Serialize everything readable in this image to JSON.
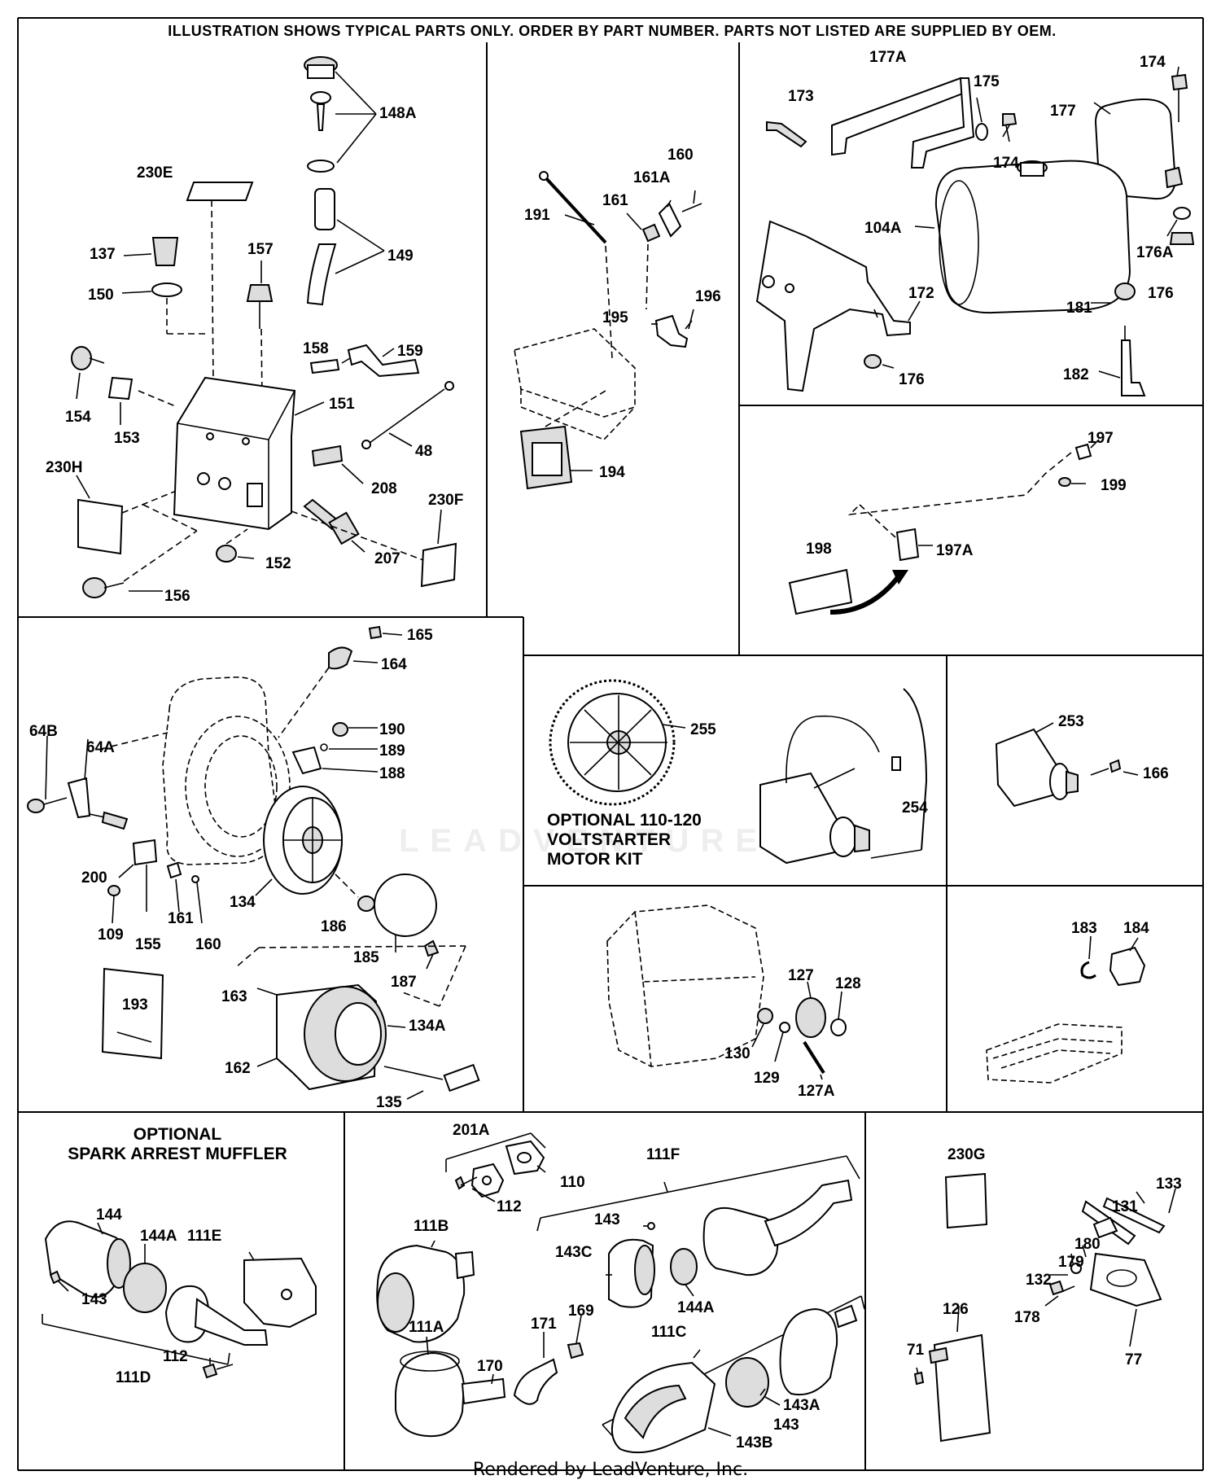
{
  "header": "ILLUSTRATION SHOWS TYPICAL PARTS ONLY. ORDER BY PART NUMBER. PARTS NOT LISTED ARE SUPPLIED BY OEM.",
  "footer": "Rendered by LeadVenture, Inc.",
  "watermark": "LEADVENTURE",
  "titles": {
    "starter_kit": [
      "OPTIONAL 110-120",
      "VOLTSTARTER",
      "MOTOR KIT"
    ],
    "muffler": [
      "OPTIONAL",
      "SPARK ARREST MUFFLER"
    ]
  },
  "labels": {
    "p148A": "148A",
    "p230E": "230E",
    "p137": "137",
    "p157": "157",
    "p149": "149",
    "p150": "150",
    "p158": "158",
    "p159": "159",
    "p154": "154",
    "p153": "153",
    "p151": "151",
    "p48": "48",
    "p208": "208",
    "p230H": "230H",
    "p230F": "230F",
    "p207": "207",
    "p152": "152",
    "p156": "156",
    "p191": "191",
    "p161": "161",
    "p161A": "161A",
    "p160": "160",
    "p195": "195",
    "p196": "196",
    "p194": "194",
    "p177A": "177A",
    "p173": "173",
    "p175": "175",
    "p174a": "174",
    "p174b": "174",
    "p177": "177",
    "p104A": "104A",
    "p176A": "176A",
    "p172": "172",
    "p181": "181",
    "p176a": "176",
    "p176b": "176",
    "p182": "182",
    "p197": "197",
    "p199": "199",
    "p198": "198",
    "p197A": "197A",
    "p165": "165",
    "p164": "164",
    "p64B": "64B",
    "p64A": "64A",
    "p190": "190",
    "p189": "189",
    "p188": "188",
    "p200": "200",
    "p109": "109",
    "p155": "155",
    "p161b": "161",
    "p160b": "160",
    "p134": "134",
    "p186": "186",
    "p185": "185",
    "p187": "187",
    "p163": "163",
    "p134A": "134A",
    "p193": "193",
    "p162": "162",
    "p135": "135",
    "p255": "255",
    "p254": "254",
    "p253": "253",
    "p166": "166",
    "p127": "127",
    "p128": "128",
    "p130": "130",
    "p129": "129",
    "p127A": "127A",
    "p183": "183",
    "p184": "184",
    "p144": "144",
    "p144A": "144A",
    "p111E": "111E",
    "p143": "143",
    "p112": "112",
    "p111D": "111D",
    "p201A": "201A",
    "p110": "110",
    "p112b": "112",
    "p111F": "111F",
    "p111B": "111B",
    "p143b": "143",
    "p143C": "143C",
    "p144Ab": "144A",
    "p169": "169",
    "p111A": "111A",
    "p171": "171",
    "p170": "170",
    "p111C": "111C",
    "p143A": "143A",
    "p143c": "143",
    "p143B": "143B",
    "p230G": "230G",
    "p133": "133",
    "p131": "131",
    "p180": "180",
    "p132": "132",
    "p179": "179",
    "p126": "126",
    "p178": "178",
    "p71": "71",
    "p77": "77"
  }
}
